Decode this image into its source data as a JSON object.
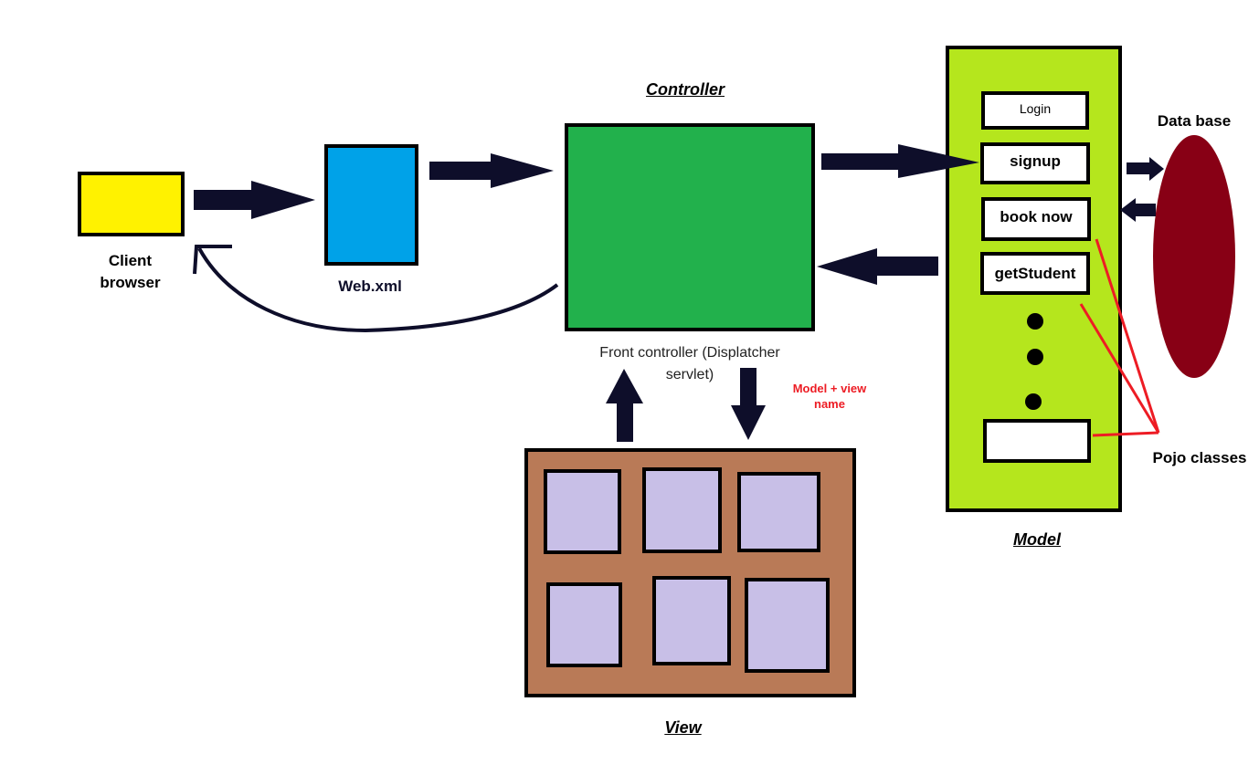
{
  "controller": {
    "title": "Controller",
    "caption": "Front controller (Displatcher servlet)"
  },
  "client": {
    "label": "Client browser"
  },
  "webxml": {
    "label": "Web.xml"
  },
  "model": {
    "title": "Model",
    "items": [
      "Login",
      "signup",
      "book now",
      "getStudent",
      ""
    ]
  },
  "database": {
    "label": "Data base"
  },
  "pojo": {
    "label": "Pojo classes"
  },
  "view": {
    "title": "View"
  },
  "annotation": {
    "model_view": "Model + view name"
  },
  "colors": {
    "client": "#fff200",
    "webxml": "#00a2e8",
    "controller": "#22b14c",
    "model": "#b5e61d",
    "database": "#880015",
    "view": "#b97a57",
    "view_panel": "#c8bfe7",
    "arrow": "#0e0e2a",
    "red": "#ed1c24"
  }
}
